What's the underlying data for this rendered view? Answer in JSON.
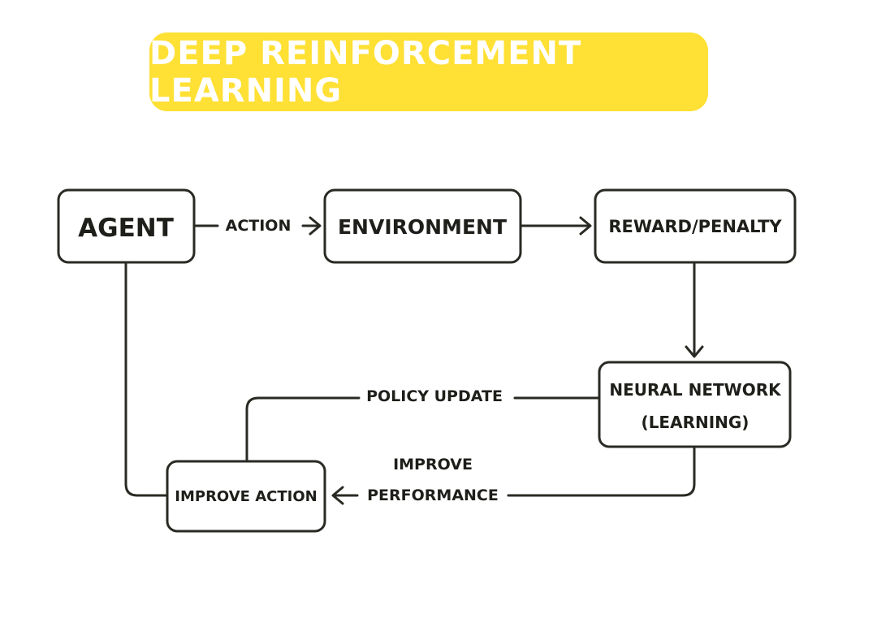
{
  "title": "DEEP REINFORCEMENT LEARNING",
  "colors": {
    "banner": "#ffe034",
    "banner_text": "#ffffff",
    "ink": "#2a2a24"
  },
  "nodes": {
    "agent": "AGENT",
    "environment": "ENVIRONMENT",
    "reward": "REWARD/PENALTY",
    "neural_line1": "NEURAL NETWORK",
    "neural_line2": "(LEARNING)",
    "improve_action": "IMPROVE ACTION"
  },
  "edges": {
    "action": "ACTION",
    "policy_update": "POLICY UPDATE",
    "improve_line1": "IMPROVE",
    "improve_line2": "PERFORMANCE"
  }
}
